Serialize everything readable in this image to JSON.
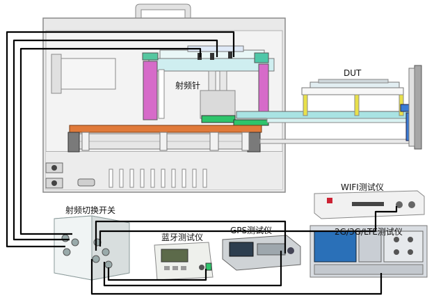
{
  "labels": {
    "rf_needle": "射频针",
    "dut": "DUT",
    "rf_switch": "射频切换开关",
    "wifi_tester": "WIFI测试仪",
    "bt_tester": "蓝牙测试仪",
    "gps_tester": "GPS测试仪",
    "cellular_tester": "2G/3G/LTE测试仪"
  },
  "colors": {
    "frame": "#ececec",
    "frame_edge": "#8a8a8a",
    "cable": "#000000",
    "cyan_plate": "#a9e3e3",
    "magenta_block": "#d66bc9",
    "orange_rail": "#e07a3a",
    "yellow_post": "#e8e04a",
    "green_part": "#2ec46b",
    "blue_part": "#3a7bd5"
  }
}
